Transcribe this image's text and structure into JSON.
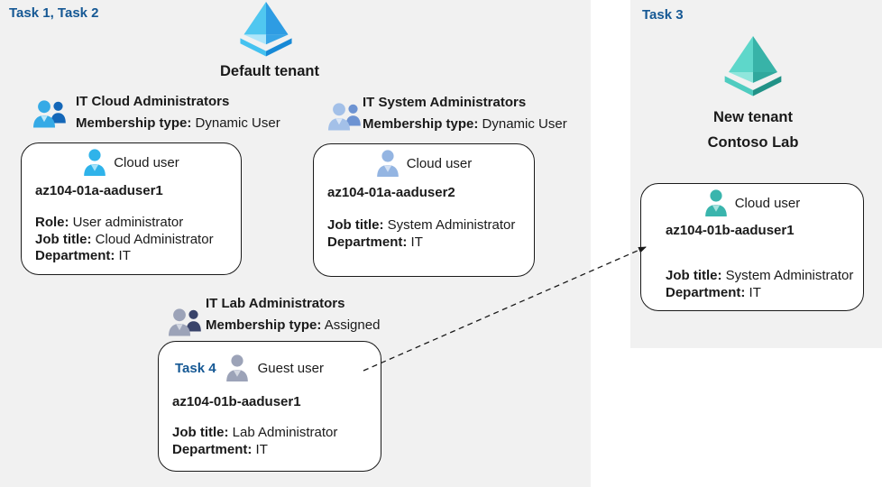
{
  "colors": {
    "panel_bg": "#f1f1f1",
    "task_label": "#155894",
    "text": "#1a1a1a",
    "card_border": "#1a1a1a",
    "arrow": "#1a1a1a",
    "aad_blue": {
      "a": "#50C7F0",
      "b": "#2E9CE3",
      "c2": "#AEE6FA",
      "d": "#37A4E6",
      "e": "#45C2F0",
      "f": "#1789D6"
    },
    "aad_teal": {
      "a": "#5ED7CA",
      "b": "#38B3A8",
      "c2": "#8FE6DC",
      "d": "#30A89D",
      "e": "#4FCCC0",
      "f": "#219287"
    },
    "person_cloud_bright": {
      "c": "#2FB3EA",
      "n": "#A8E3F8"
    },
    "person_cloud_steel": {
      "c": "#94B5E2",
      "n": "#D3E1F4"
    },
    "person_guest_gray": {
      "c": "#9CA3B8",
      "n": "#D4D8E2"
    },
    "person_cloud_teal": {
      "c": "#3AB5AD",
      "n": "#A9E2DE"
    },
    "group_cloud": {
      "front": "#35AAE6",
      "back": "#1467B8",
      "notch": "#BFE9FA"
    },
    "group_system": {
      "front": "#A3C0E8",
      "back": "#6D93D2",
      "notch": "#DCE7F6"
    },
    "group_lab": {
      "front": "#9CA3B8",
      "back": "#39436A",
      "notch": "#D4D8E2"
    }
  },
  "left_panel": {
    "task_label": "Task 1, Task 2",
    "tenant_name": "Default tenant",
    "groups": [
      {
        "name": "IT Cloud Administrators",
        "membership_label": "Membership type:",
        "membership_value": "Dynamic User"
      },
      {
        "name": "IT System Administrators",
        "membership_label": "Membership type:",
        "membership_value": "Dynamic User"
      },
      {
        "name": "IT Lab Administrators",
        "membership_label": "Membership type:",
        "membership_value": "Assigned"
      }
    ],
    "cards": [
      {
        "user_type": "Cloud user",
        "username": "az104-01a-aaduser1",
        "fields": [
          {
            "label": "Role:",
            "value": "User administrator"
          },
          {
            "label": "Job title:",
            "value": "Cloud Administrator"
          },
          {
            "label": "Department:",
            "value": "IT"
          }
        ]
      },
      {
        "user_type": "Cloud user",
        "username": "az104-01a-aaduser2",
        "fields": [
          {
            "label": "Job title:",
            "value": "System Administrator"
          },
          {
            "label": "Department:",
            "value": "IT"
          }
        ]
      },
      {
        "task_label": "Task 4",
        "user_type": "Guest user",
        "username": "az104-01b-aaduser1",
        "fields": [
          {
            "label": "Job title:",
            "value": "Lab Administrator"
          },
          {
            "label": "Department:",
            "value": "IT"
          }
        ]
      }
    ]
  },
  "right_panel": {
    "task_label": "Task 3",
    "tenant_name_line1": "New tenant",
    "tenant_name_line2": "Contoso Lab",
    "card": {
      "user_type": "Cloud user",
      "username": "az104-01b-aaduser1",
      "fields": [
        {
          "label": "Job title:",
          "value": "System Administrator"
        },
        {
          "label": "Department:",
          "value": "IT"
        }
      ]
    }
  }
}
